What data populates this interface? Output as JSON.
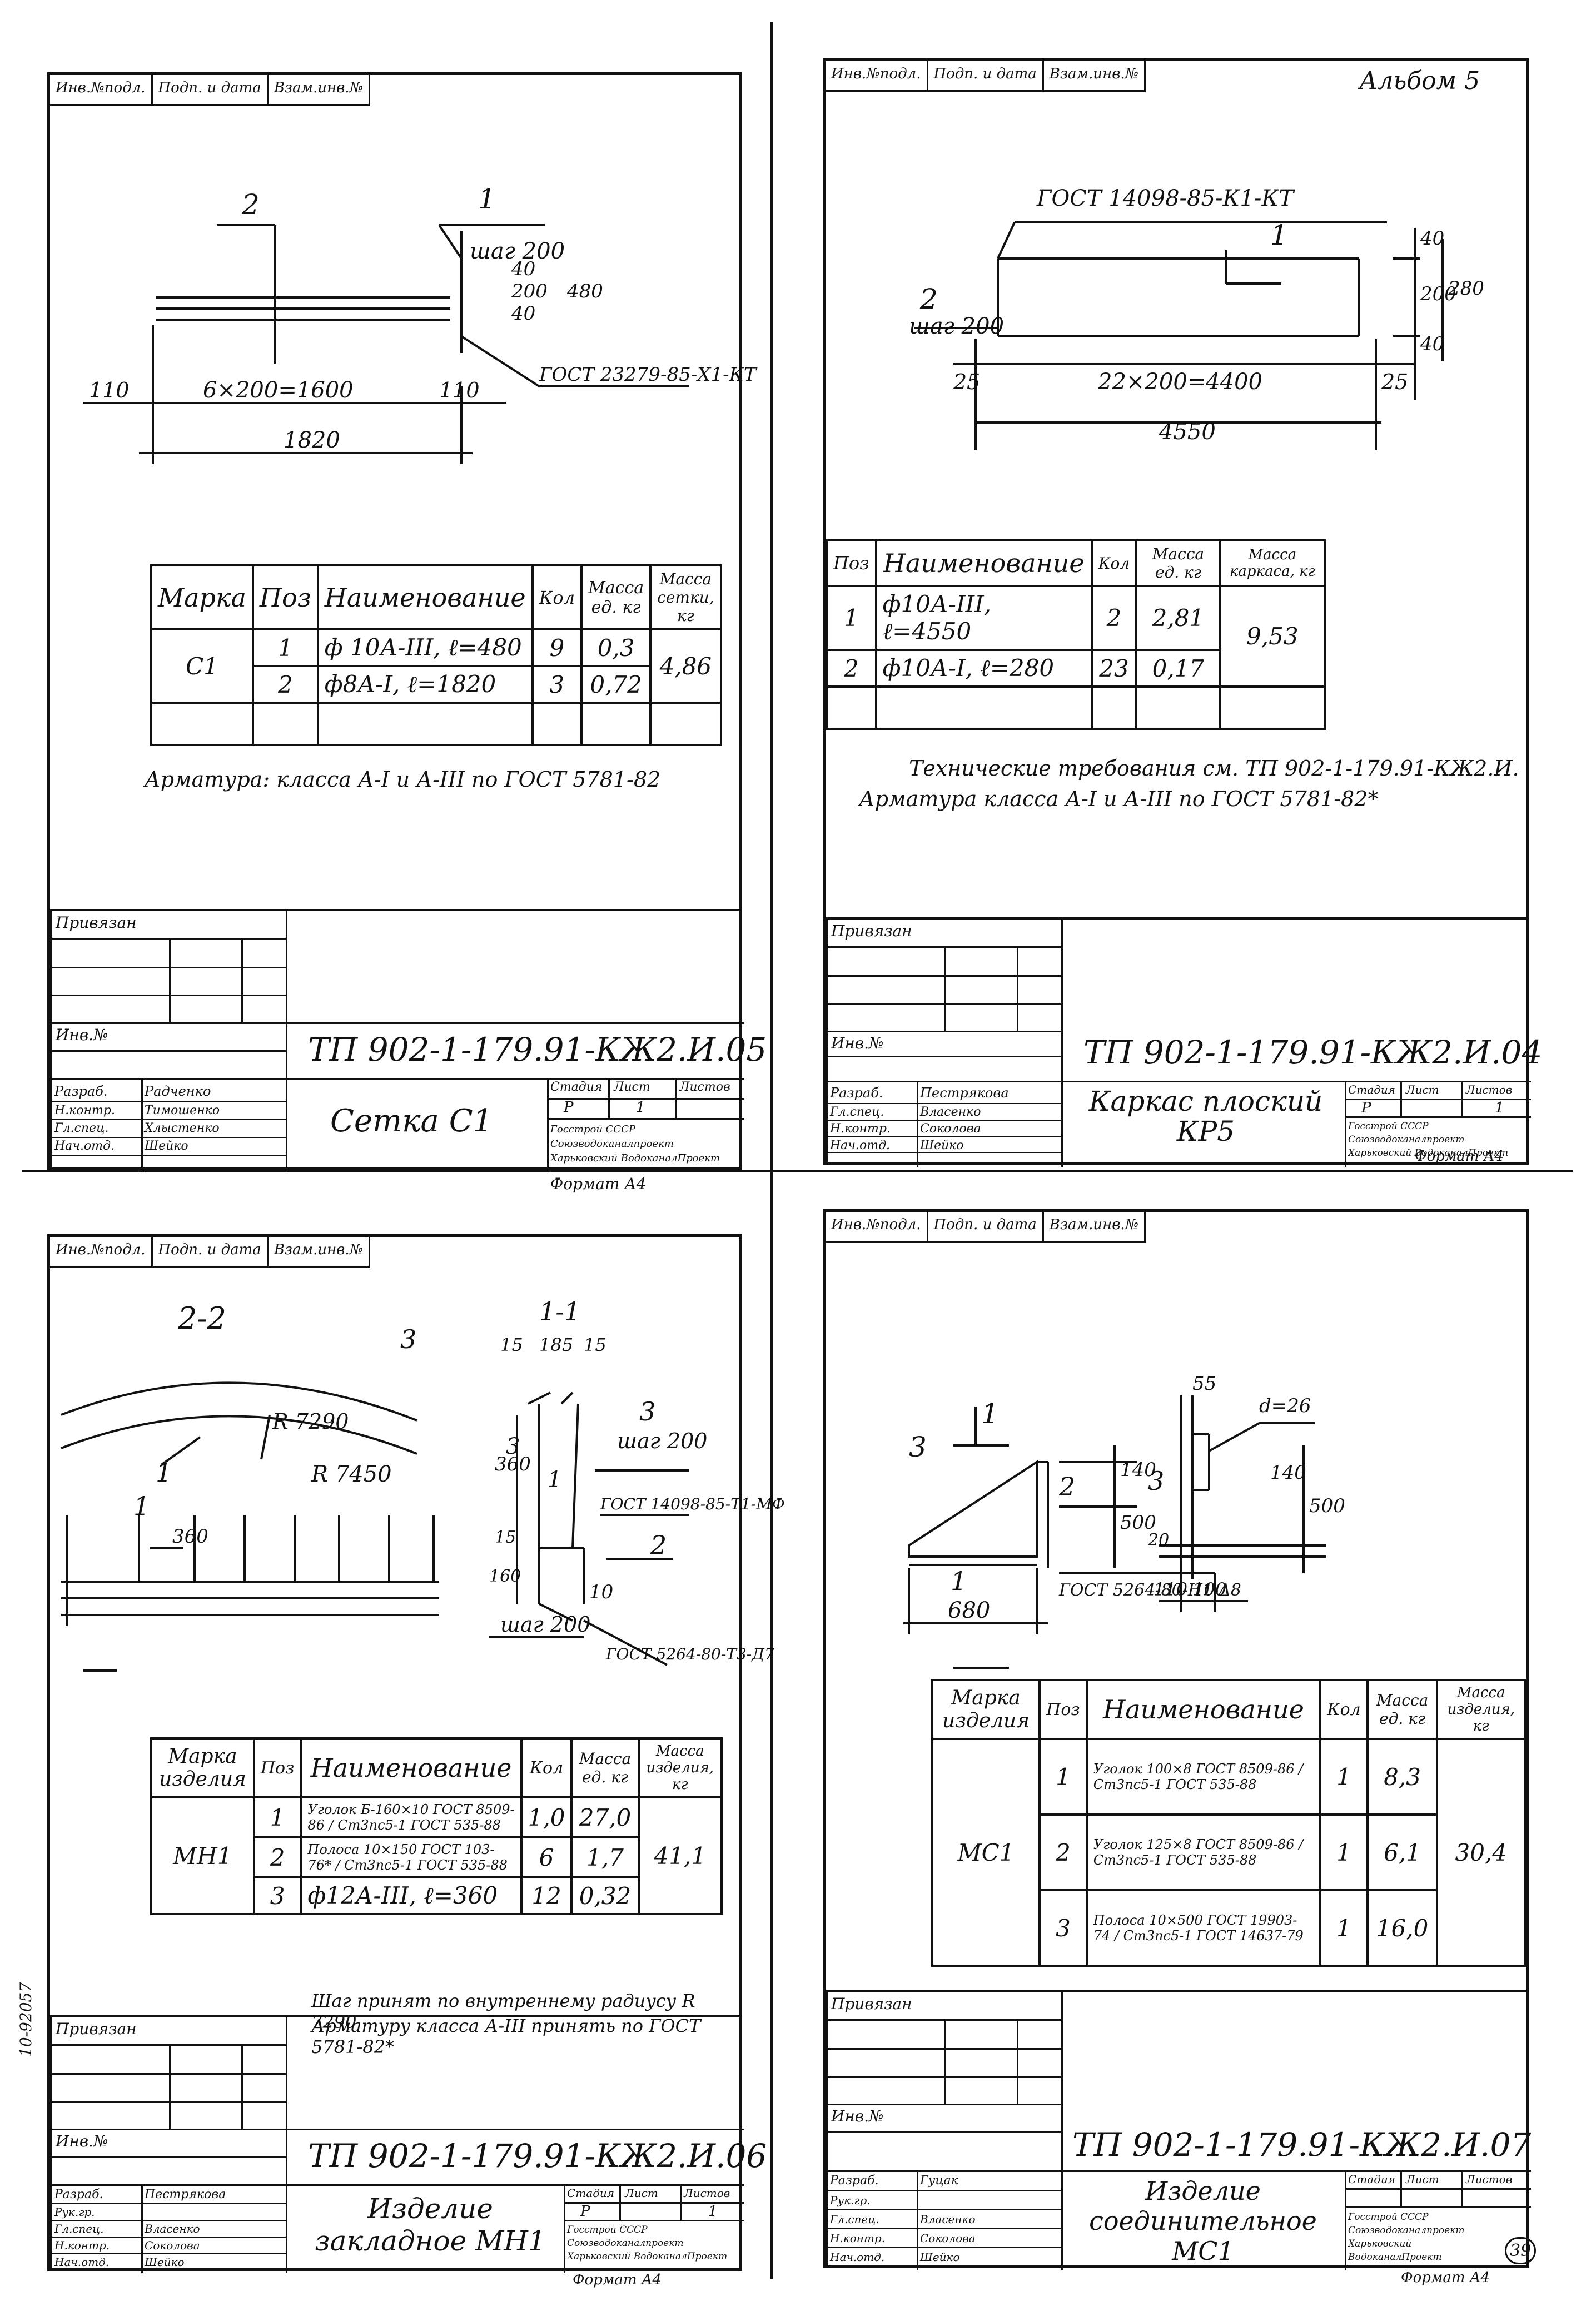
{
  "header_strip": {
    "inv": "Инв.№подл.",
    "sign": "Подп. и дата",
    "replace": "Взам.инв.№"
  },
  "album": "Альбом 5",
  "sheet_05": {
    "dims": {
      "pos2": "2",
      "pos1": "1",
      "step": "шаг 200",
      "d40a": "40",
      "d200": "200",
      "d40b": "40",
      "d480": "480",
      "d110l": "110",
      "span": "6×200=1600",
      "d110r": "110",
      "total": "1820",
      "gost": "ГОСТ 23279-85-Х1-КТ"
    },
    "table": {
      "headers": [
        "Марка",
        "Поз",
        "Наименование",
        "Кол",
        "Масса ед. кг",
        "Масса сетки, кг"
      ],
      "mark": "С1",
      "rows": [
        {
          "pos": "1",
          "name": "ф 10А-III, ℓ=480",
          "qty": "9",
          "mass": "0,3"
        },
        {
          "pos": "2",
          "name": "ф8А-I, ℓ=1820",
          "qty": "3",
          "mass": "0,72"
        }
      ],
      "total_mass": "4,86"
    },
    "note": "Арматура: класса А-I и А-III по ГОСТ 5781-82",
    "title": {
      "bound": "Привязан",
      "inv": "Инв.№",
      "code": "ТП 902-1-179.91-КЖ2.И.05",
      "name": "Сетка С1",
      "stage": "Стадия",
      "sheet": "Лист",
      "sheets": "Листов",
      "stage_v": "Р",
      "sheet_v": "1",
      "org": "Госстрой СССР Союзводоканалпроект Харьковский ВодоканалПроект",
      "roles": [
        "Разраб.",
        "Н.контр.",
        "Гл.спец.",
        "Нач.отд."
      ],
      "names": [
        "Радченко",
        "Тимошенко",
        "Хлыстенко",
        "Шейко"
      ],
      "format": "Формат А4"
    }
  },
  "sheet_04": {
    "dims": {
      "gost": "ГОСТ 14098-85-К1-КТ",
      "pos1": "1",
      "pos2": "2",
      "step": "шаг 200",
      "d40a": "40",
      "d200": "200",
      "d40b": "40",
      "d280": "280",
      "d25l": "25",
      "span": "22×200=4400",
      "d25r": "25",
      "total": "4550"
    },
    "table": {
      "headers": [
        "Поз",
        "Наименование",
        "Кол",
        "Масса ед. кг",
        "Масса каркаса, кг"
      ],
      "rows": [
        {
          "pos": "1",
          "name": "ф10А-III, ℓ=4550",
          "qty": "2",
          "mass": "2,81"
        },
        {
          "pos": "2",
          "name": "ф10А-I, ℓ=280",
          "qty": "23",
          "mass": "0,17"
        }
      ],
      "total_mass": "9,53"
    },
    "note1": "Технические требования см. ТП 902-1-179.91-КЖ2.И.",
    "note2": "Арматура класса А-I и А-III по ГОСТ 5781-82*",
    "title": {
      "bound": "Привязан",
      "inv": "Инв.№",
      "code": "ТП 902-1-179.91-КЖ2.И.04",
      "name": "Каркас плоский КР5",
      "stage": "Стадия",
      "sheet": "Лист",
      "sheets": "Листов",
      "stage_v": "Р",
      "sheet_v": "1",
      "org": "Госстрой СССР Союзводоканалпроект Харьковский ВодоканалПроект",
      "roles": [
        "Разраб.",
        "Гл.спец.",
        "Н.контр.",
        "Нач.отд."
      ],
      "names": [
        "Пестрякова",
        "Власенко",
        "Соколова",
        "Шейко"
      ],
      "format": "Формат А4"
    }
  },
  "sheet_06": {
    "dims": {
      "sec22": "2-2",
      "sec11": "1-1",
      "pos3a": "3",
      "pos1a": "1",
      "r7290": "R 7290",
      "r7450": "R 7450",
      "d15a": "15",
      "d185": "185",
      "d15b": "15",
      "d360a": "360",
      "pos3b": "3",
      "pos1b": "1",
      "pos3c": "3",
      "step1": "шаг 200",
      "gost1": "ГОСТ 14098-85-Т1-МФ",
      "d360b": "360",
      "d15c": "15",
      "d160": "160",
      "pos2": "2",
      "d10": "10",
      "step2": "шаг 200",
      "gost2": "ГОСТ 5264-80-Т3-Д7",
      "cut1": "1"
    },
    "table": {
      "headers": [
        "Марка изделия",
        "Поз",
        "Наименование",
        "Кол",
        "Масса ед. кг",
        "Масса изделия, кг"
      ],
      "mark": "МН1",
      "rows": [
        {
          "pos": "1",
          "name": "Уголок Б-160×10 ГОСТ 8509-86 / Ст3пс5-1 ГОСТ 535-88",
          "qty": "1,0",
          "mass": "27,0"
        },
        {
          "pos": "2",
          "name": "Полоса 10×150 ГОСТ 103-76* / Ст3пс5-1 ГОСТ 535-88",
          "qty": "6",
          "mass": "1,7"
        },
        {
          "pos": "3",
          "name": "ф12А-III, ℓ=360",
          "qty": "12",
          "mass": "0,32"
        }
      ],
      "total_mass": "41,1"
    },
    "note1": "Шаг принят по внутреннему радиусу R 7290",
    "note2": "Арматуру класса А-III принять по ГОСТ 5781-82*",
    "margin": "10-92057",
    "title": {
      "bound": "Привязан",
      "inv": "Инв.№",
      "code": "ТП 902-1-179.91-КЖ2.И.06",
      "name": "Изделие закладное МН1",
      "stage": "Стадия",
      "sheet": "Лист",
      "sheets": "Листов",
      "stage_v": "Р",
      "sheet_v": "1",
      "org": "Госстрой СССР Союзводоканалпроект Харьковский ВодоканалПроект",
      "roles": [
        "Разраб.",
        "Рук.гр.",
        "Гл.спец.",
        "Н.контр.",
        "Нач.отд."
      ],
      "names": [
        "Пестрякова",
        "Власенко",
        "Соколова",
        "Шейко"
      ],
      "format": "Формат А4"
    }
  },
  "sheet_07": {
    "dims": {
      "cut1": "1",
      "pos3a": "3",
      "pos2": "2",
      "d140a": "140",
      "d500a": "500",
      "pos1": "1",
      "gost": "ГОСТ 5264-80-Н1-Δ8",
      "d680": "680",
      "d55": "55",
      "d26": "d=26",
      "pos3b": "3",
      "d140b": "140",
      "d500b": "500",
      "d20": "20",
      "d110": "110",
      "d100": "100"
    },
    "table": {
      "headers": [
        "Марка изделия",
        "Поз",
        "Наименование",
        "Кол",
        "Масса ед. кг",
        "Масса изделия, кг"
      ],
      "mark": "МС1",
      "rows": [
        {
          "pos": "1",
          "name": "Уголок 100×8 ГОСТ 8509-86 / Ст3пс5-1 ГОСТ 535-88",
          "qty": "1",
          "mass": "8,3"
        },
        {
          "pos": "2",
          "name": "Уголок 125×8 ГОСТ 8509-86 / Ст3пс5-1 ГОСТ 535-88",
          "qty": "1",
          "mass": "6,1"
        },
        {
          "pos": "3",
          "name": "Полоса 10×500 ГОСТ 19903-74 / Ст3пс5-1 ГОСТ 14637-79",
          "qty": "1",
          "mass": "16,0"
        }
      ],
      "total_mass": "30,4"
    },
    "title": {
      "bound": "Привязан",
      "inv": "Инв.№",
      "code": "ТП 902-1-179.91-КЖ2.И.07",
      "name": "Изделие соединительное МС1",
      "stage": "Стадия",
      "sheet": "Лист",
      "sheets": "Листов",
      "org": "Госстрой СССР Союзводоканалпроект Харьковский ВодоканалПроект",
      "roles": [
        "Разраб.",
        "Рук.гр.",
        "Гл.спец.",
        "Н.контр.",
        "Нач.отд."
      ],
      "names": [
        "Гуцак",
        "Власенко",
        "Соколова",
        "Шейко"
      ],
      "page": "39",
      "format": "Формат А4"
    }
  }
}
